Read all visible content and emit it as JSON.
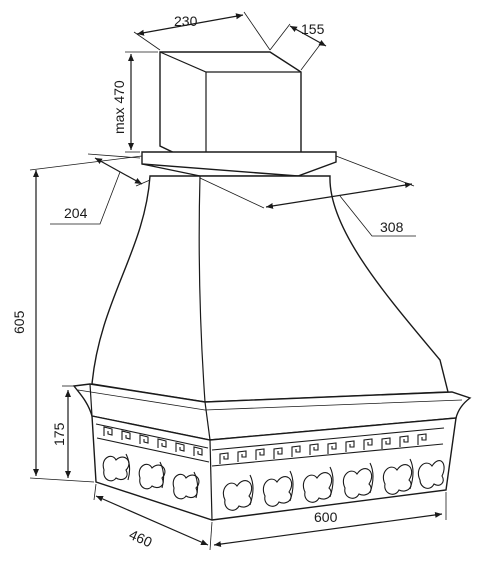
{
  "dimensions": {
    "duct_width": "230",
    "duct_depth": "155",
    "duct_height": "max 470",
    "collar_depth": "204",
    "collar_width": "308",
    "total_height": "605",
    "base_height": "175",
    "base_depth": "460",
    "base_width": "600"
  }
}
